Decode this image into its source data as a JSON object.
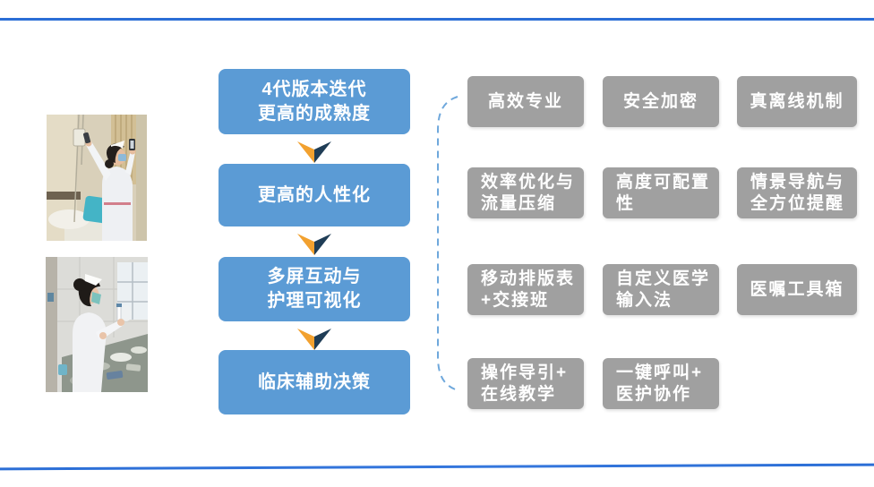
{
  "theme": {
    "accent_blue": "#5b9bd5",
    "gray_box": "#a0a0a0",
    "line_blue": "#2b6ed6",
    "arrow_orange": "#f2a12f",
    "arrow_navy": "#1f3d56",
    "dash_blue": "#6fa8dc",
    "text_white": "#ffffff"
  },
  "photos": {
    "first_name": "nurse-scanning-iv-bag-photo",
    "second_name": "nurse-preparing-medication-photo"
  },
  "flow": {
    "steps": [
      {
        "label": "4代版本迭代\n更高的成熟度"
      },
      {
        "label": "更高的人性化"
      },
      {
        "label": "多屏互动与\n护理可视化"
      },
      {
        "label": "临床辅助决策"
      }
    ]
  },
  "features": {
    "items": [
      {
        "label": "高效专业"
      },
      {
        "label": "安全加密"
      },
      {
        "label": "真离线机制"
      },
      {
        "label": "效率优化与\n流量压缩"
      },
      {
        "label": "高度可配置\n性"
      },
      {
        "label": "情景导航与\n全方位提醒"
      },
      {
        "label": "移动排版表\n+交接班"
      },
      {
        "label": "自定义医学\n输入法"
      },
      {
        "label": "医嘱工具箱"
      },
      {
        "label": "操作导引+\n在线教学"
      },
      {
        "label": "一键呼叫+\n医护协作"
      }
    ]
  }
}
